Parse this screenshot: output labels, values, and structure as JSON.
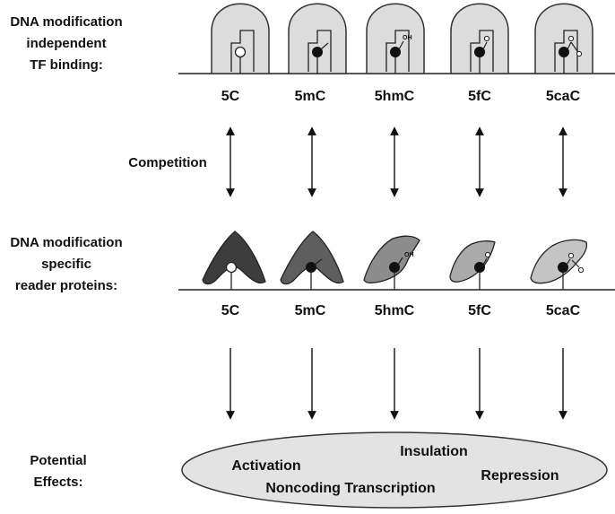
{
  "labels": {
    "tf_binding": [
      "DNA modification",
      "independent",
      "TF binding:"
    ],
    "competition": "Competition",
    "reader_proteins": [
      "DNA modification",
      "specific",
      "reader proteins:"
    ],
    "potential_effects": [
      "Potential",
      "Effects:"
    ]
  },
  "bases_top": [
    "5C",
    "5mC",
    "5hmC",
    "5fC",
    "5caC"
  ],
  "bases_bottom": [
    "5C",
    "5mC",
    "5hmC",
    "5fC",
    "5caC"
  ],
  "hydroxyl_label": "OH",
  "effects": {
    "activation": "Activation",
    "insulation": "Insulation",
    "repression": "Repression",
    "noncoding_transcription": "Noncoding Transcription"
  },
  "colors": {
    "tf_fill": "#dcdcdc",
    "reader_5C": "#3d3d3d",
    "reader_5mC": "#5e5e5e",
    "reader_5hmC": "#8c8c8c",
    "reader_5fC": "#aaaaaa",
    "reader_5caC": "#c4c4c4",
    "ellipse_fill": "#e3e3e3"
  }
}
